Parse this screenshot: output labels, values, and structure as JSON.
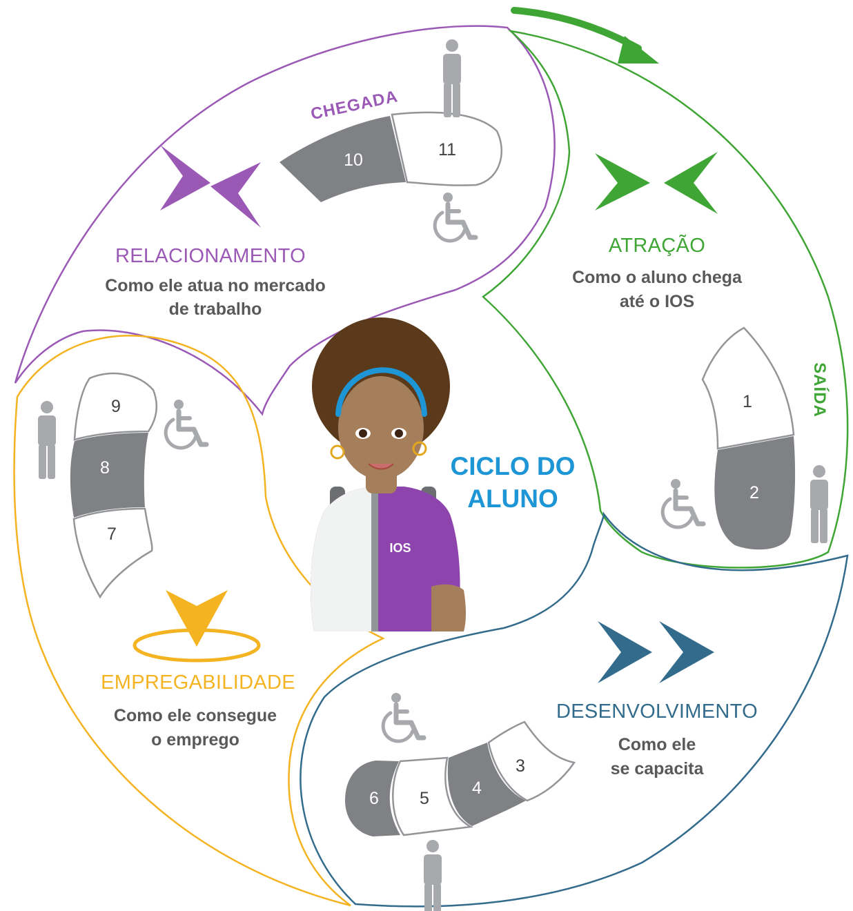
{
  "center": {
    "line1": "CICLO DO",
    "line2": "ALUNO"
  },
  "stamps": {
    "chegada": "CHEGADA",
    "saida": "SAÍDA"
  },
  "phases": {
    "relacionamento": {
      "title": "RELACIONAMENTO",
      "line1": "Como ele atua no mercado",
      "line2": "de trabalho",
      "color": "#9b59b6"
    },
    "atracao": {
      "title": "ATRAÇÃO",
      "line1": "Como o aluno chega",
      "line2": "até o IOS",
      "color": "#3fa535"
    },
    "desenvolvimento": {
      "title": "DESENVOLVIMENTO",
      "line1": "Como ele",
      "line2": "se capacita",
      "color": "#336b8c"
    },
    "empregabilidade": {
      "title": "EMPREGABILIDADE",
      "line1": "Como ele consegue",
      "line2": "o emprego",
      "color": "#f4b320"
    }
  },
  "steps": {
    "s1": "1",
    "s2": "2",
    "s3": "3",
    "s4": "4",
    "s5": "5",
    "s6": "6",
    "s7": "7",
    "s8": "8",
    "s9": "9",
    "s10": "10",
    "s11": "11"
  },
  "logo_text": "IOS",
  "colors": {
    "gray_fill": "#808184",
    "gray_icon": "#a7a9ac",
    "outline": "#939598"
  },
  "icons": [
    "person-icon",
    "wheelchair-icon",
    "chevron-icon",
    "arrow-icon"
  ]
}
